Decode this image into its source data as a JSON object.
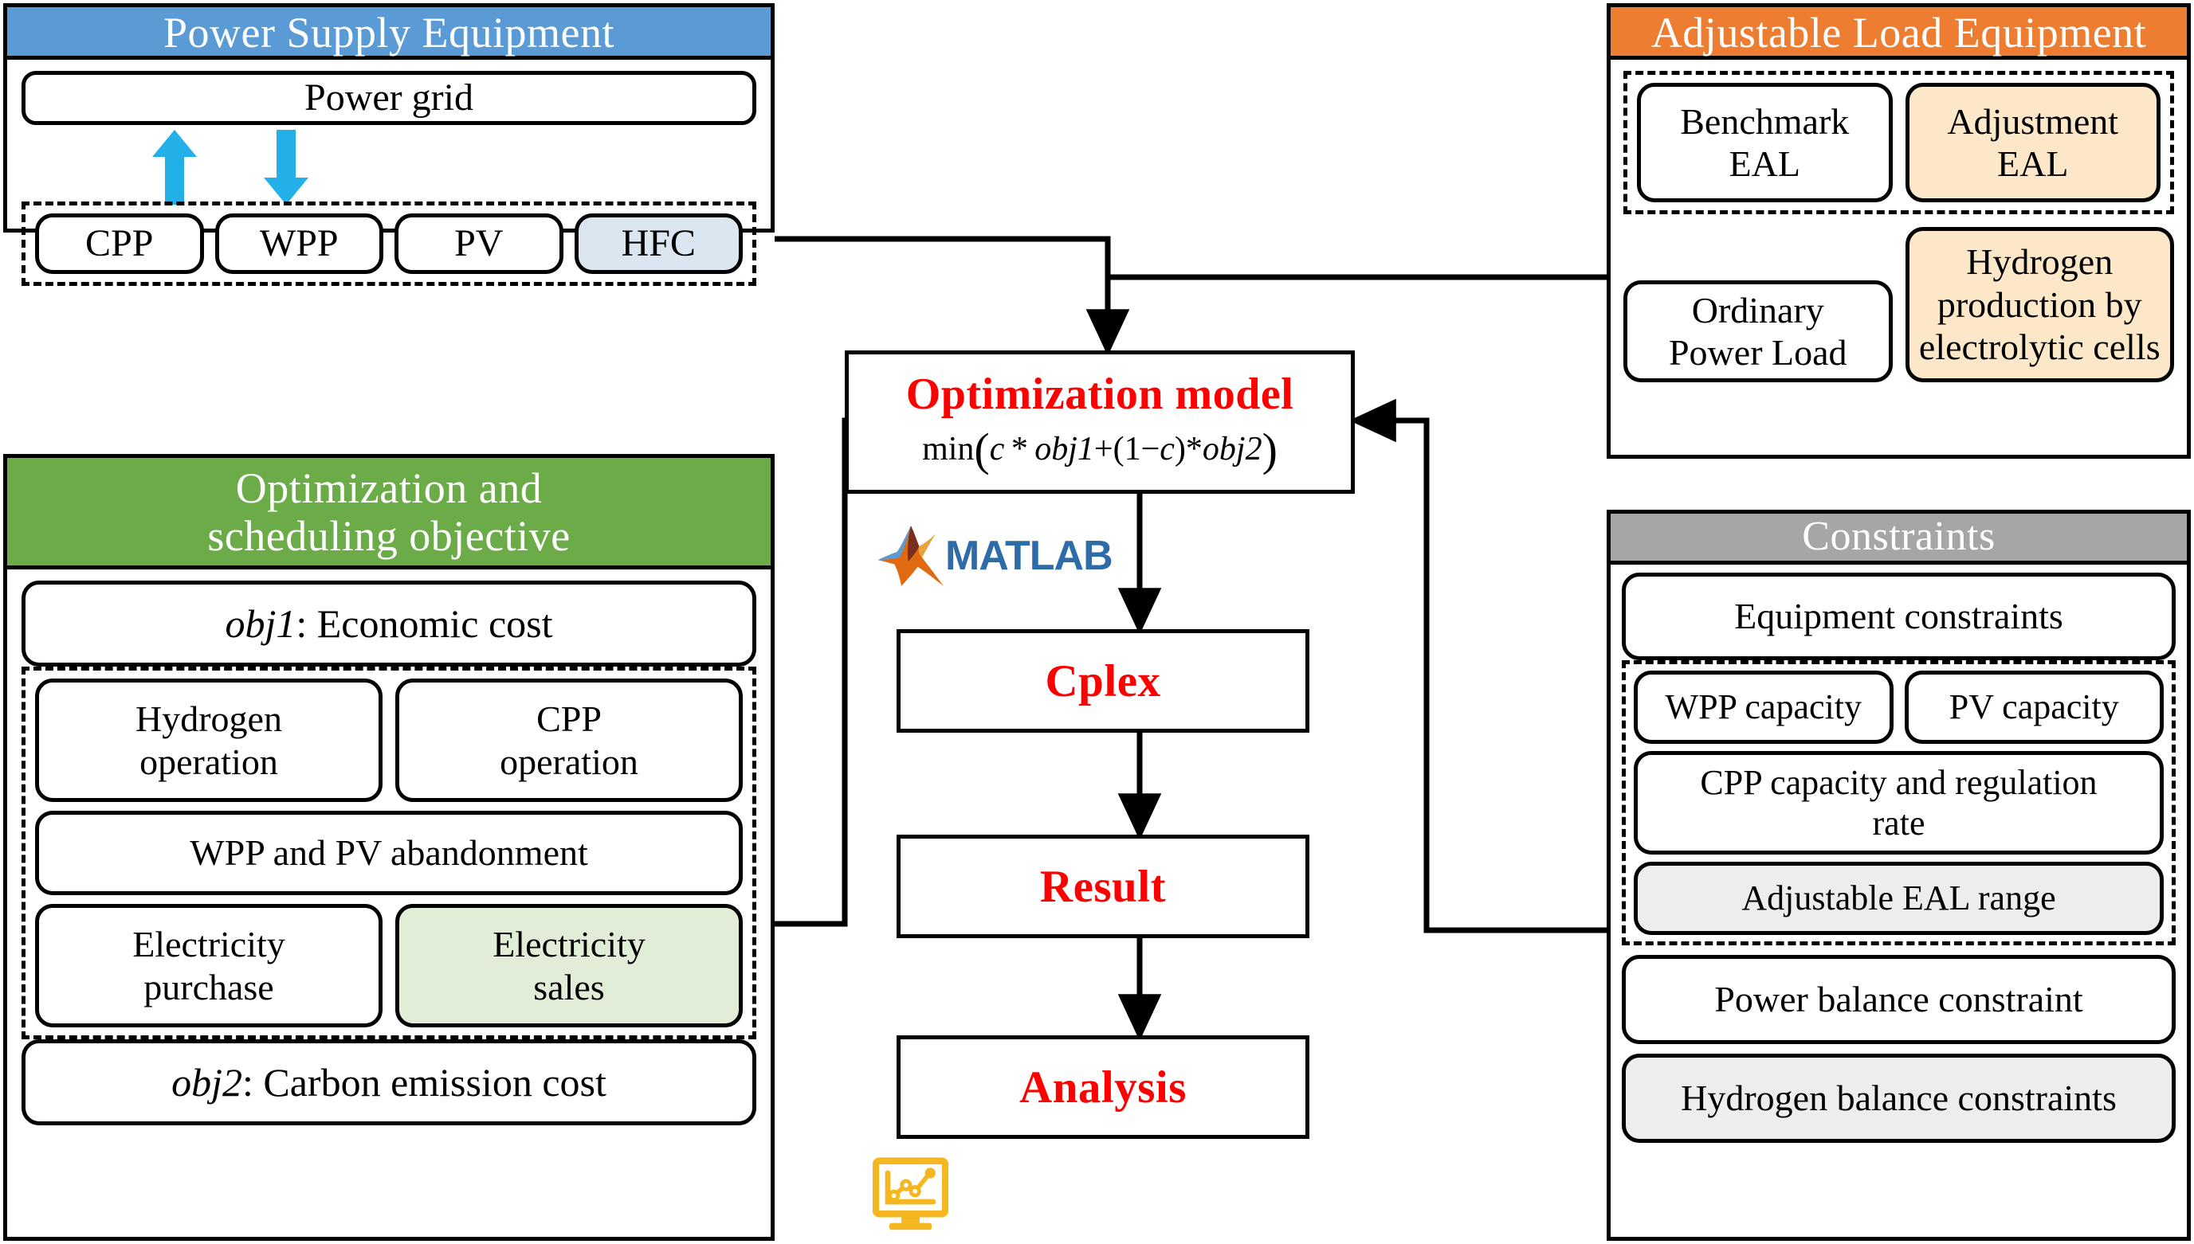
{
  "panels": {
    "power_supply": {
      "title": "Power Supply Equipment",
      "header_color": "#5B9BD5",
      "grid_label": "Power grid",
      "sources": [
        {
          "label": "CPP",
          "fill": "#ffffff"
        },
        {
          "label": "WPP",
          "fill": "#ffffff"
        },
        {
          "label": "PV",
          "fill": "#ffffff"
        },
        {
          "label": "HFC",
          "fill": "#DCE6F1"
        }
      ],
      "up_arrow_icon": "arrow-up-icon",
      "down_arrow_icon": "arrow-down-icon",
      "arrow_color": "#23B0E8"
    },
    "adjustable_load": {
      "title": "Adjustable Load Equipment",
      "header_color": "#ED7D31",
      "eal_group": [
        {
          "label": "Benchmark\nEAL",
          "fill": "#ffffff"
        },
        {
          "label": "Adjustment\nEAL",
          "fill": "#FCE8C8"
        }
      ],
      "eal_group_line1": "Benchmark",
      "eal_group_line2": "EAL",
      "adj_line1": "Adjustment",
      "adj_line2": "EAL",
      "ordinary_line1": "Ordinary",
      "ordinary_line2": "Power Load",
      "hydrogen_line1": "Hydrogen",
      "hydrogen_line2": "production by",
      "hydrogen_line3": "electrolytic  cells",
      "hydrogen_fill": "#FCE8C8"
    },
    "objective": {
      "title_line1": "Optimization  and",
      "title_line2": "scheduling objective",
      "header_color": "#6BAC49",
      "obj1_italic": "obj1",
      "obj1_rest": ": Economic  cost",
      "sub_items": [
        {
          "line1": "Hydrogen",
          "line2": "operation",
          "fill": "#ffffff"
        },
        {
          "line1": "CPP",
          "line2": "operation",
          "fill": "#ffffff"
        }
      ],
      "abandonment": "WPP and PV abandonment",
      "electricity": [
        {
          "line1": "Electricity",
          "line2": "purchase",
          "fill": "#ffffff"
        },
        {
          "line1": "Electricity",
          "line2": "sales",
          "fill": "#E2EDD8"
        }
      ],
      "obj2_italic": "obj2",
      "obj2_rest": ": Carbon emission cost"
    },
    "constraints": {
      "title": "Constraints",
      "header_color": "#A6A6A6",
      "equipment": "Equipment constraints",
      "capacities": [
        {
          "label": "WPP capacity",
          "fill": "#ffffff"
        },
        {
          "label": "PV capacity",
          "fill": "#ffffff"
        }
      ],
      "cpp_line1": "CPP capacity  and regulation",
      "cpp_line2": "rate",
      "adjustable_range": "Adjustable  EAL range",
      "adjustable_range_fill": "#EDEDED",
      "power_balance": "Power balance constraint",
      "hydrogen_balance": "Hydrogen  balance constraints",
      "hydrogen_balance_fill": "#EDEDED"
    }
  },
  "center": {
    "model_title": "Optimization model",
    "model_title_color": "#FF0000",
    "formula_min": "min",
    "formula_body": "c * obj1 + (1 − c) * obj2",
    "formula_c1": "c",
    "formula_obj1": "obj1",
    "formula_c2": "c",
    "formula_obj2": "obj2",
    "matlab_label": "MATLAB",
    "matlab_icon": "matlab-logo-icon",
    "chart_icon": "chart-monitor-icon",
    "steps": [
      {
        "label": "Cplex"
      },
      {
        "label": "Result"
      },
      {
        "label": "Analysis"
      }
    ],
    "step_color": "#FF0000"
  }
}
